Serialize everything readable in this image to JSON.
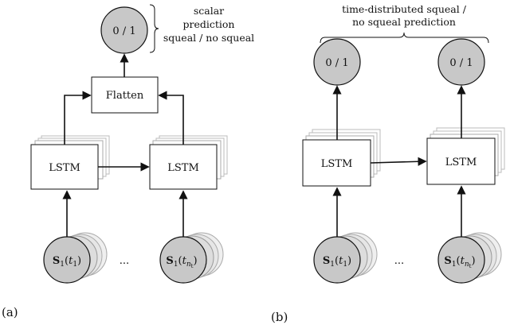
{
  "panel_a": {
    "label": "(a)",
    "output_label": "0 / 1",
    "annotation_lines": [
      "scalar",
      "prediction",
      "squeal / no squeal"
    ],
    "flatten_label": "Flatten",
    "lstm_label": "LSTM",
    "input_first": {
      "base": "S",
      "sub": "1",
      "arg": "t",
      "arg_sub": "1"
    },
    "input_last": {
      "base": "S",
      "sub": "1",
      "arg": "t",
      "arg_sub": "n",
      "arg_subsub": "t"
    },
    "ellipsis": "..."
  },
  "panel_b": {
    "label": "(b)",
    "output_label": "0 / 1",
    "annotation_lines": [
      "time-distributed squeal /",
      "no squeal prediction"
    ],
    "lstm_label": "LSTM",
    "input_first": {
      "base": "S",
      "sub": "1",
      "arg": "t",
      "arg_sub": "1"
    },
    "input_last": {
      "base": "S",
      "sub": "1",
      "arg": "t",
      "arg_sub": "n",
      "arg_subsub": "t"
    },
    "ellipsis": "..."
  },
  "colors": {
    "node_fill": "#c8c8c8",
    "stack_fill": "#e4e4e4",
    "stroke": "#111111",
    "box_fill": "#ffffff"
  }
}
